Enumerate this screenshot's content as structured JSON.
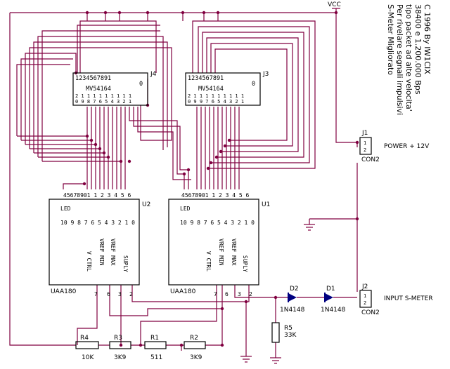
{
  "colors": {
    "wire": "#800040",
    "junction": "#800040",
    "text": "#000000",
    "background": "#ffffff"
  },
  "title_lines": [
    "S-Meter Migliorato",
    "Per rivelare segnali impulsivi",
    "tipo packet ad alte velocita'",
    "38400 e 1.200.000 Bps",
    "C 1996 By IW1CIX"
  ],
  "vcc_label": "VCC",
  "displays": [
    {
      "ref": "J4",
      "part": "MV54164",
      "top_pins": "1234567891",
      "top_pin_extra": "0",
      "bottom_pins": "2 1 1 1 1 1 1 1 1 1",
      "bottom_pins2": "0 9 8 7 6 5 4 3 2 1"
    },
    {
      "ref": "J3",
      "part": "MV54164",
      "top_pins": "1234567891",
      "top_pin_extra": "0",
      "bottom_pins": "2 1 1 1 1 1 1 1 1 1",
      "bottom_pins2": "0 9 9 7 6 5 4 3 2 1"
    }
  ],
  "drivers": [
    {
      "ref": "U2",
      "part": "UAA180",
      "pin_top": "45678901 1 2 3 4 5 6",
      "led_label": "LED",
      "led_numbers": "10 9 8 7 6 5 4 3 2 1 0",
      "func_labels": [
        "V CTRL",
        "VREF MIN",
        "VREF MAX",
        "SUPLY"
      ],
      "func_pins": [
        "7",
        "6",
        "3",
        "2"
      ]
    },
    {
      "ref": "U1",
      "part": "UAA180",
      "pin_top": "45678901 1 2 3 4 5 6",
      "led_label": "LED",
      "led_numbers": "10 9 8 7 6 5 4 3 2 1 0",
      "func_labels": [
        "V CTRL",
        "VREF MIN",
        "VREF MAX",
        "SUPLY"
      ],
      "func_pins": [
        "7",
        "6",
        "3",
        "2"
      ]
    }
  ],
  "connectors": [
    {
      "ref": "J1",
      "type": "CON2",
      "pins": [
        "1",
        "2"
      ],
      "label": "POWER + 12V"
    },
    {
      "ref": "J2",
      "type": "CON2",
      "pins": [
        "1",
        "2"
      ],
      "label": "INPUT S-METER"
    }
  ],
  "diodes": [
    {
      "ref": "D2",
      "value": "1N4148"
    },
    {
      "ref": "D1",
      "value": "1N4148"
    }
  ],
  "resistors": [
    {
      "ref": "R4",
      "value": "10K"
    },
    {
      "ref": "R3",
      "value": "3K9"
    },
    {
      "ref": "R1",
      "value": "511"
    },
    {
      "ref": "R2",
      "value": "3K9"
    },
    {
      "ref": "R5",
      "value": "33K"
    }
  ]
}
